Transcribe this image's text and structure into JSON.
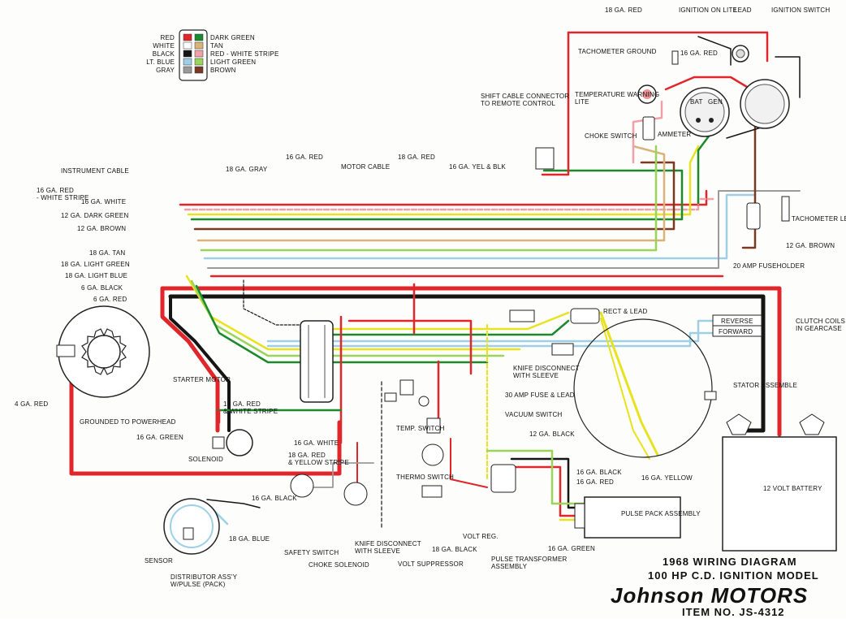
{
  "connector_legend": {
    "left": [
      "RED",
      "WHITE",
      "BLACK",
      "LT. BLUE",
      "GRAY"
    ],
    "right": [
      "DARK GREEN",
      "TAN",
      "RED - WHITE STRIPE",
      "LIGHT GREEN",
      "BROWN"
    ]
  },
  "labels": {
    "ga18_red_top": "18 GA. RED",
    "ignition_on_lite": "IGNITION ON LITE",
    "lead": "LEAD",
    "ignition_switch": "IGNITION SWITCH",
    "tachometer_ground": "TACHOMETER GROUND",
    "ga16_red_tach": "16 GA. RED",
    "temperature_warning_lite": "TEMPERATURE WARNING LITE",
    "bat": "BAT",
    "gen": "GEN",
    "shift_cable": "SHIFT CABLE CONNECTOR TO REMOTE CONTROL",
    "choke_switch": "CHOKE SWITCH",
    "ammeter": "AMMETER",
    "instrument_cable": "INSTRUMENT CABLE",
    "ga16_red_white": "16 GA. RED - WHITE STRIPE",
    "ga16_white": "16 GA. WHITE",
    "ga12_dark_green": "12 GA. DARK GREEN",
    "ga12_brown": "12 GA. BROWN",
    "ga18_tan": "18 GA. TAN",
    "ga18_light_green": "18 GA. LIGHT GREEN",
    "ga18_light_blue": "18 GA. LIGHT BLUE",
    "ga6_black": "6 GA. BLACK",
    "ga6_red": "6 GA. RED",
    "ga18_gray": "18 GA. GRAY",
    "ga16_red_top": "16 GA. RED",
    "motor_cable": "MOTOR CABLE",
    "ga18_red_mid": "18 GA. RED",
    "ga16_yel_blk": "16 GA. YEL & BLK",
    "tachometer_lead": "TACHOMETER LEAD",
    "ga12_brown_r": "12 GA. BROWN",
    "fuseholder": "20 AMP FUSEHOLDER",
    "rect_lead": "RECT & LEAD",
    "reverse": "REVERSE",
    "forward": "FORWARD",
    "clutch_coils": "CLUTCH COILS IN GEARCASE",
    "starter_motor": "STARTER MOTOR",
    "ga4_red": "4 GA. RED",
    "grounded": "GROUNDED TO POWERHEAD",
    "ga18_red_white_stripe": "18 GA. RED & WHITE STRIPE",
    "knife_disconnect": "KNIFE DISCONNECT WITH SLEEVE",
    "fuse_30": "30 AMP FUSE & LEAD",
    "vacuum_switch": "VACUUM SWITCH",
    "stator_assembly": "STATOR ASSEMBLE",
    "ga16_green": "16 GA. GREEN",
    "ga16_white_sol": "16 GA. WHITE",
    "solenoid": "SOLENOID",
    "ga18_red_yel": "18 GA. RED & YELLOW STRIPE",
    "temp_switch": "TEMP. SWITCH",
    "ga12_black": "12 GA. BLACK",
    "thermo_switch": "THERMO SWITCH",
    "ga16_black_mid": "16 GA. BLACK",
    "ga16_red_mid": "16 GA. RED",
    "ga16_yellow": "16 GA. YELLOW",
    "battery": "12 VOLT BATTERY",
    "ga16_black_dist": "16 GA. BLACK",
    "ga18_blue": "18 GA. BLUE",
    "pulse_pack": "PULSE PACK ASSEMBLY",
    "safety_switch": "SAFETY SWITCH",
    "choke_solenoid": "CHOKE SOLENOID",
    "knife_disconnect2": "KNIFE DISCONNECT WITH SLEEVE",
    "volt_suppressor": "VOLT SUPPRESSOR",
    "ga18_black": "18 GA. BLACK",
    "volt_reg": "VOLT REG.",
    "pulse_transformer": "PULSE TRANSFORMER ASSEMBLY",
    "ga16_green_pp": "16 GA. GREEN",
    "sensor": "SENSOR",
    "distributor": "DISTRIBUTOR ASS'Y W/PULSE (PACK)"
  },
  "title": {
    "line1": "1968 WIRING DIAGRAM",
    "line2": "100 HP C.D. IGNITION MODEL",
    "brand": "Johnson MOTORS",
    "item": "ITEM NO. JS-4312"
  },
  "wire_colors": {
    "red": "#e0262b",
    "black": "#151515",
    "yellow": "#e8e21f",
    "green": "#1c8a2c",
    "light_green": "#9ad45a",
    "light_blue": "#9fcfe6",
    "tan": "#d9b37a",
    "brown": "#7a3a22",
    "gray": "#9a9a9a",
    "pink": "#f2a0a8"
  }
}
